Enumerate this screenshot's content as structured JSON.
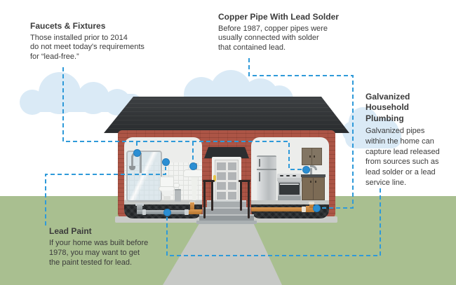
{
  "callouts": {
    "faucets": {
      "title": "Faucets & Fixtures",
      "body": "Those installed prior to 2014\ndo not meet today's requirements\nfor “lead-free.”"
    },
    "copper": {
      "title": "Copper Pipe With Lead Solder",
      "body": "Before 1987, copper pipes were\nusually connected with solder\nthat contained lead."
    },
    "galvanized": {
      "title": "Galvanized\nHousehold\nPlumbing",
      "body": "Galvanized pipes\nwithin the home can\ncapture lead released\nfrom sources such as\nlead solder or a lead\nservice line."
    },
    "lead_paint": {
      "title": "Lead Paint",
      "body": "If your home was built before\n1978, you may want to get\nthe paint tested for lead."
    }
  },
  "markers": [
    "shower-fixture",
    "bathroom-wall-paint",
    "bathroom-sink-faucet",
    "kitchen-faucet",
    "galvanized-basement-pipe",
    "copper-basement-pipe"
  ],
  "colors": {
    "callout_line": "#2f9ad9",
    "marker": "#2b8ed3",
    "grass": "#a9bf90",
    "brick": "#ac5546",
    "roof": "#36393c",
    "cloud": "#daeaf6",
    "text": "#3b3b3b"
  }
}
